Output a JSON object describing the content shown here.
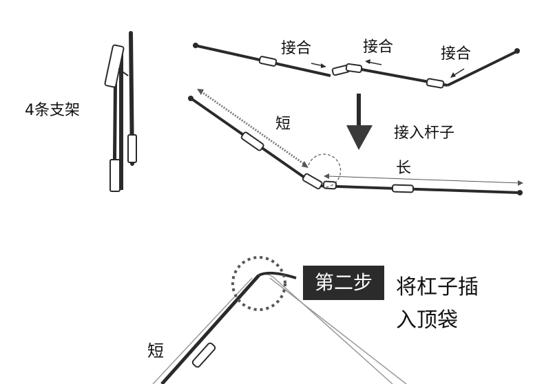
{
  "colors": {
    "rod": "#2a2a2a",
    "sleeve": "#ffffff",
    "badge_bg": "#2b2b2b",
    "badge_text": "#ffffff",
    "dashed": "#555555"
  },
  "labels": {
    "four_poles": "4条支架",
    "join_1": "接合",
    "join_2": "接合",
    "join_3": "接合",
    "short_top": "短",
    "insert_rod": "接入杆子",
    "long": "长",
    "short_bottom": "短",
    "step_badge": "第二步",
    "step_line1": "将杠子插",
    "step_line2": "入顶袋"
  },
  "icons": {
    "down_arrow": "down-arrow-icon",
    "join_arrow": "arrow-icon"
  }
}
